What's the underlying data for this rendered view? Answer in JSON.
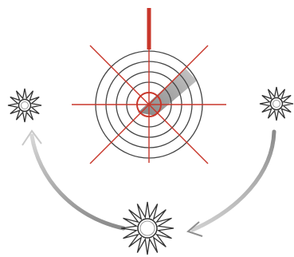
{
  "diagram": {
    "colors": {
      "background": "#ffffff",
      "accent_red": "#c8362a",
      "ring_stroke": "#444444",
      "wedge_fill": "#8a8a8a",
      "arrow_gray": "#9a9a9a",
      "sun_stroke": "#333333"
    },
    "target": {
      "ring_count": 5,
      "crosshair_line_count": 4,
      "has_vertical_pointer": true,
      "has_shadow_wedge": true
    },
    "suns": [
      {
        "name": "left-sun-icon"
      },
      {
        "name": "right-sun-icon"
      },
      {
        "name": "bottom-sun-icon"
      }
    ],
    "arrows": [
      {
        "name": "left-curved-arrow",
        "from": "bottom-sun-icon",
        "to": "left-sun-icon"
      },
      {
        "name": "right-curved-arrow",
        "from": "right-sun-icon",
        "to": "bottom-sun-icon"
      }
    ]
  }
}
